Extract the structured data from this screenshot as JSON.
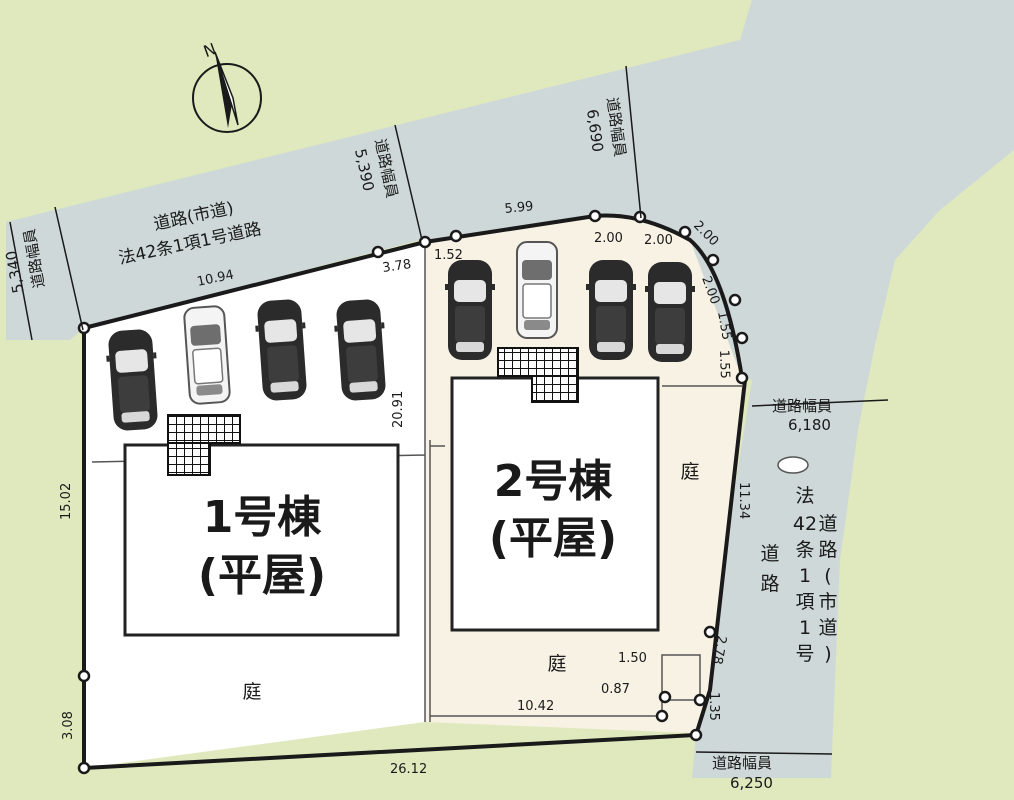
{
  "colors": {
    "background": "#dfe9bd",
    "road": "#cfd8d8",
    "lot1": "#ffffff",
    "lot2": "#f7f2e4",
    "building_outline": "#222222",
    "boundary": "#1a1a1a"
  },
  "compass": {
    "north_label": "N",
    "icon": "north-arrow-icon"
  },
  "roads": {
    "top_left_width": {
      "line1": "道路幅員",
      "line2": "5,340"
    },
    "top_name": {
      "line1": "道路(市道)",
      "line2": "法42条1項1号道路"
    },
    "top_mid_width": {
      "line1": "道路幅員",
      "line2": "5,390"
    },
    "top_right_width": {
      "line1": "道路幅員",
      "line2": "6,690"
    },
    "right_width": {
      "line1": "道路幅員",
      "line2": "6,180"
    },
    "right_name": {
      "col1": [
        "法",
        "42",
        "条",
        "1",
        "項",
        "1",
        "号"
      ],
      "col2": [
        "道",
        "路",
        "(",
        "市",
        "道",
        ")"
      ],
      "col3": [
        "道",
        "路"
      ]
    },
    "bottom_right_width": {
      "line1": "道路幅員",
      "line2": "6,250"
    }
  },
  "buildings": {
    "b1": {
      "name": "1号棟",
      "type": "(平屋)",
      "garden": "庭"
    },
    "b2": {
      "name": "2号棟",
      "type": "(平屋)",
      "garden_right": "庭",
      "garden_bottom": "庭"
    }
  },
  "dimensions": {
    "d_10_94": "10.94",
    "d_3_78": "3.78",
    "d_1_52": "1.52",
    "d_5_99": "5.99",
    "d_2_00_a": "2.00",
    "d_2_00_b": "2.00",
    "d_2_00_c": "2.00",
    "d_2_00_d": "2.00",
    "d_1_55_a": "1.55",
    "d_1_55_b": "1.55",
    "d_20_91": "20.91",
    "d_15_02": "15.02",
    "d_11_34": "11.34",
    "d_2_78": "2.78",
    "d_1_50": "1.50",
    "d_0_87": "0.87",
    "d_1_35": "1.35",
    "d_10_42": "10.42",
    "d_3_08": "3.08",
    "d_26_12": "26.12"
  }
}
